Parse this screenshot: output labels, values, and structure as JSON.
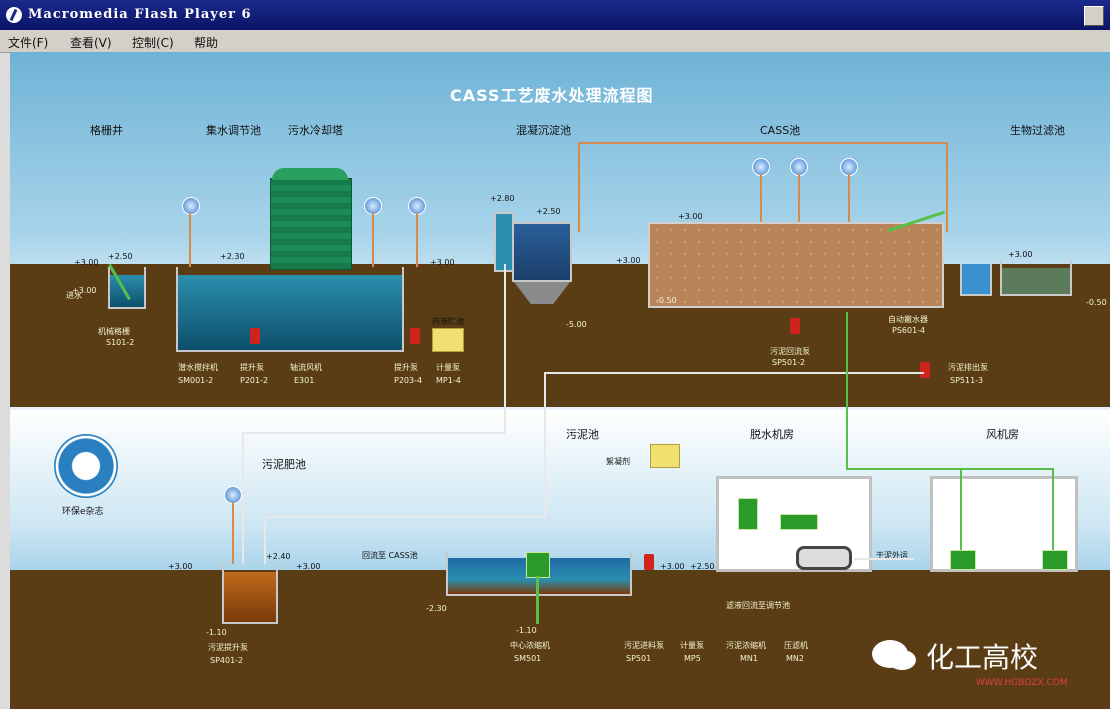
{
  "window": {
    "title": "Macromedia Flash Player 6"
  },
  "menu": [
    "文件(F)",
    "查看(V)",
    "控制(C)",
    "帮助"
  ],
  "diagram": {
    "title": "CASS工艺废水处理流程图",
    "sections": [
      "格栅井",
      "集水调节池",
      "污水冷却塔",
      "混凝沉淀池",
      "CASS池",
      "生物过滤池",
      "污泥肥池",
      "污泥池",
      "脱水机房",
      "风机房"
    ],
    "equipment": [
      {
        "name": "机械格栅",
        "code": "S101-2"
      },
      {
        "name": "潜水搅拌机",
        "code": "SM001-2"
      },
      {
        "name": "提升泵",
        "code": "P201-2"
      },
      {
        "name": "轴流风机",
        "code": "E301"
      },
      {
        "name": "提升泵",
        "code": "P203-4"
      },
      {
        "name": "计量泵",
        "code": "MP1-4"
      },
      {
        "name": "污泥回流泵",
        "code": "SP501-2"
      },
      {
        "name": "自动撇水器",
        "code": "PS601-4"
      },
      {
        "name": "污泥排出泵",
        "code": "SP511-3"
      },
      {
        "name": "污泥提升泵",
        "code": "SP401-2"
      },
      {
        "name": "中心浓缩机",
        "code": "SM501"
      },
      {
        "name": "污泥进料泵",
        "code": "SP501"
      },
      {
        "name": "计量泵",
        "code": "MP5"
      },
      {
        "name": "污泥浓缩机",
        "code": "MN1"
      },
      {
        "name": "压滤机",
        "code": "MN2"
      }
    ],
    "notes": [
      "进水",
      "回流至 CASS池",
      "滤液回流至调节池",
      "干泥外运",
      "药液贮池",
      "絮凝剂"
    ],
    "levels": [
      "+3.00",
      "+3.00",
      "+2.50",
      "+2.30",
      "+2.80",
      "+2.50",
      "+3.00",
      "+3.00",
      "+3.00",
      "-5.00",
      "-0.50",
      "+3.00",
      "-0.50",
      "+3.00",
      "+2.40",
      "+3.00",
      "+3.00",
      "+2.50",
      "-1.10",
      "-2.30",
      "-1.10"
    ],
    "logo": "环保e杂志"
  },
  "watermark": {
    "text": "化工高校",
    "url": "WWW.HGBDZX.COM"
  }
}
